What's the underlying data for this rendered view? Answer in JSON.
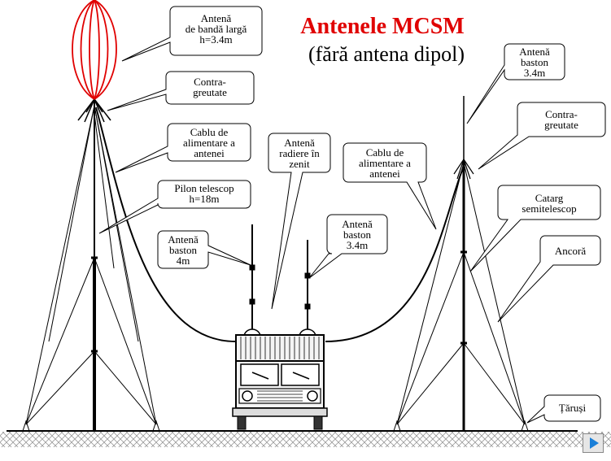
{
  "title": "Antenele MCSM",
  "subtitle": "(fără antena dipol)",
  "labels": {
    "antena_banda_larga": "Antenă\nde bandă largă\nh=3.4m",
    "contragreutate_left": "Contra-\ngreutate",
    "cablu_left": "Cablu de\nalimentare a\nantenei",
    "pilon": "Pilon telescop\nh=18m",
    "baston_4m": "Antenă\nbaston\n4m",
    "radiere_zenit": "Antenă\nradiere în\nzenit",
    "cablu_right": "Cablu de\nalimentare a\nantenei",
    "baston_34_mid": "Antenă\nbaston\n3.4m",
    "baston_34_right": "Antenă\nbaston\n3.4m",
    "contragreutate_right": "Contra-\ngreutate",
    "catarg": "Catarg\nsemitelescop",
    "ancora": "Ancoră",
    "taruși": "Țăruși"
  },
  "colors": {
    "antenna_red": "#e00000",
    "title_red": "#e00000",
    "callout_fill": "#ffffff",
    "ground": "#8a8a8a",
    "nav_arrow": "#1a7fd8"
  },
  "icons": {
    "next": "play-arrow-icon"
  }
}
